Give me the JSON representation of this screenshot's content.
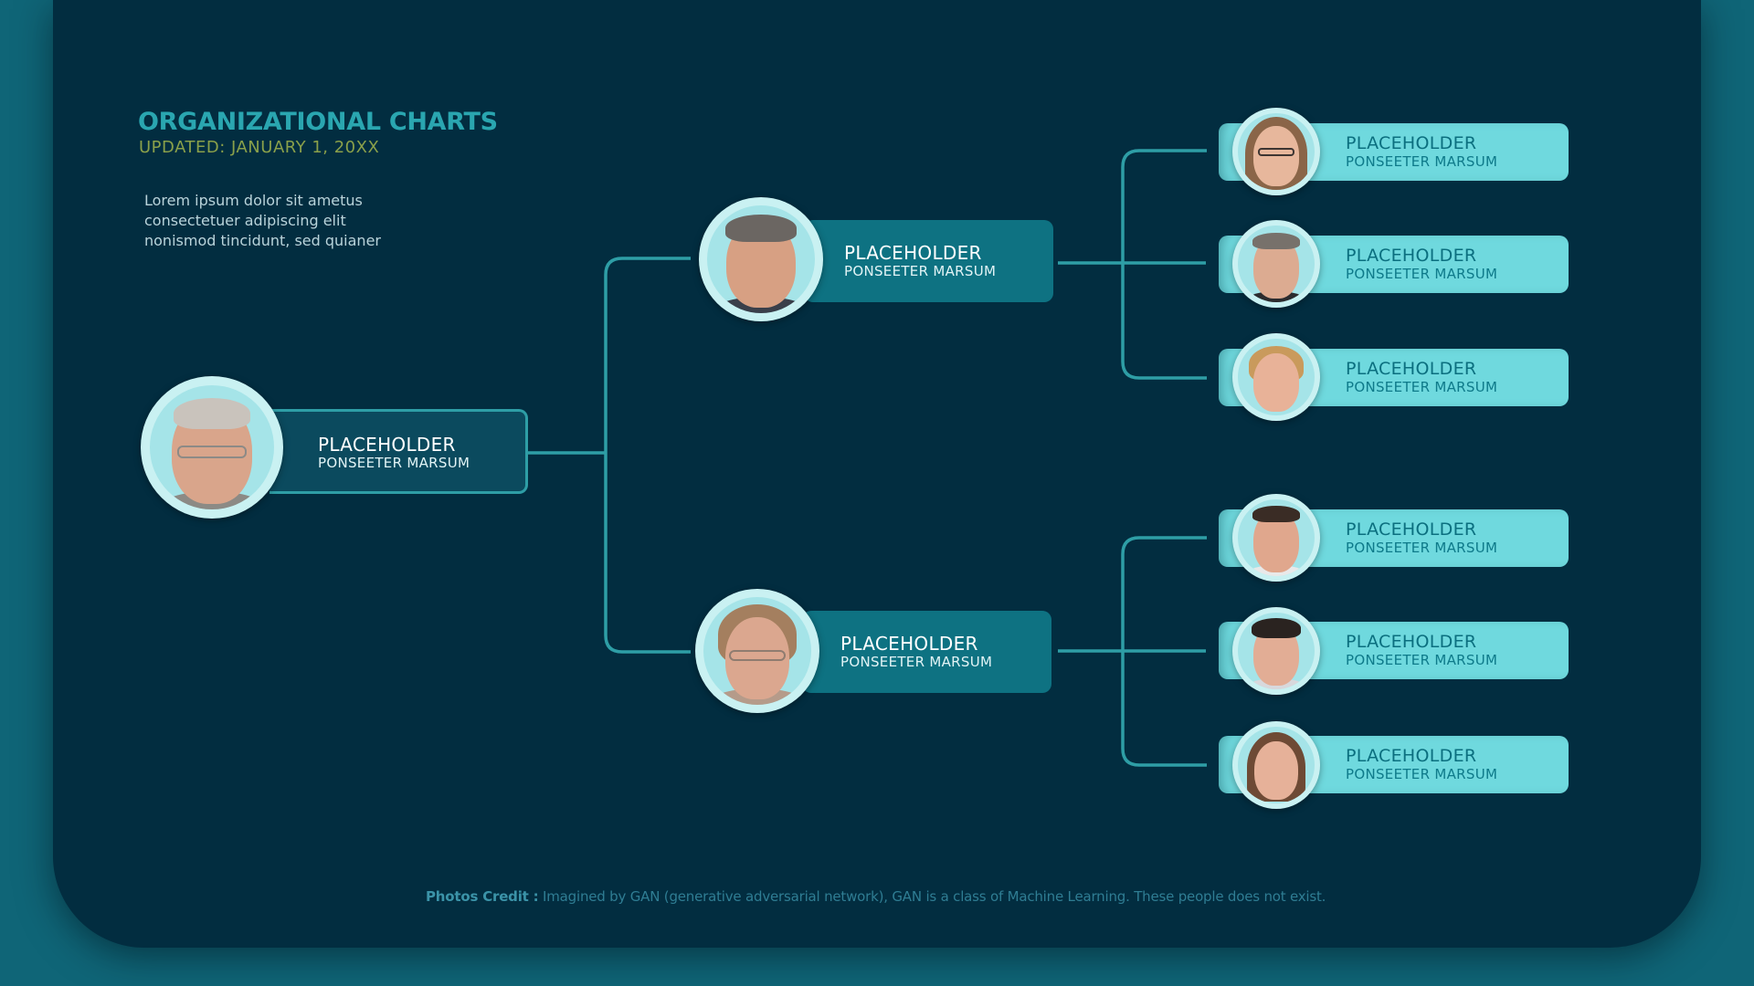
{
  "header": {
    "title": "ORGANIZATIONAL CHARTS",
    "subtitle": "UPDATED: JANUARY 1, 20XX",
    "description": [
      "Lorem ipsum dolor sit ametus",
      "consectetuer adipiscing elit",
      "nonismod tincidunt, sed quianer"
    ]
  },
  "colors": {
    "background": "#0f6577",
    "panel": "#022d40",
    "title": "#2aa6b0",
    "subtitle": "#8aa04a",
    "connector": "#2e9ea6",
    "root_box": "#0b4a5e",
    "mid_box": "#0e7282",
    "leaf_box": "#6fd9de",
    "leaf_text": "#0b6f7f"
  },
  "org": {
    "root": {
      "name": "PLACEHOLDER",
      "role": "PONSEETER MARSUM",
      "photo": "older-man-glasses"
    },
    "managers": [
      {
        "name": "PLACEHOLDER",
        "role": "PONSEETER MARSUM",
        "photo": "middle-aged-man",
        "reports": [
          {
            "name": "PLACEHOLDER",
            "role": "PONSEETER MARSUM",
            "photo": "young-woman-glasses"
          },
          {
            "name": "PLACEHOLDER",
            "role": "PONSEETER MARSUM",
            "photo": "man-glasses-short-hair"
          },
          {
            "name": "PLACEHOLDER",
            "role": "PONSEETER MARSUM",
            "photo": "woman-short-blonde-hair"
          }
        ]
      },
      {
        "name": "PLACEHOLDER",
        "role": "PONSEETER MARSUM",
        "photo": "older-woman-glasses",
        "reports": [
          {
            "name": "PLACEHOLDER",
            "role": "PONSEETER MARSUM",
            "photo": "smiling-man"
          },
          {
            "name": "PLACEHOLDER",
            "role": "PONSEETER MARSUM",
            "photo": "young-man-dark-hair"
          },
          {
            "name": "PLACEHOLDER",
            "role": "PONSEETER MARSUM",
            "photo": "woman-brown-hair"
          }
        ]
      }
    ]
  },
  "footer": {
    "credit_label": "Photos Credit :",
    "credit_text": " Imagined by GAN (generative adversarial network), GAN is a class of Machine Learning. These people does not exist."
  }
}
